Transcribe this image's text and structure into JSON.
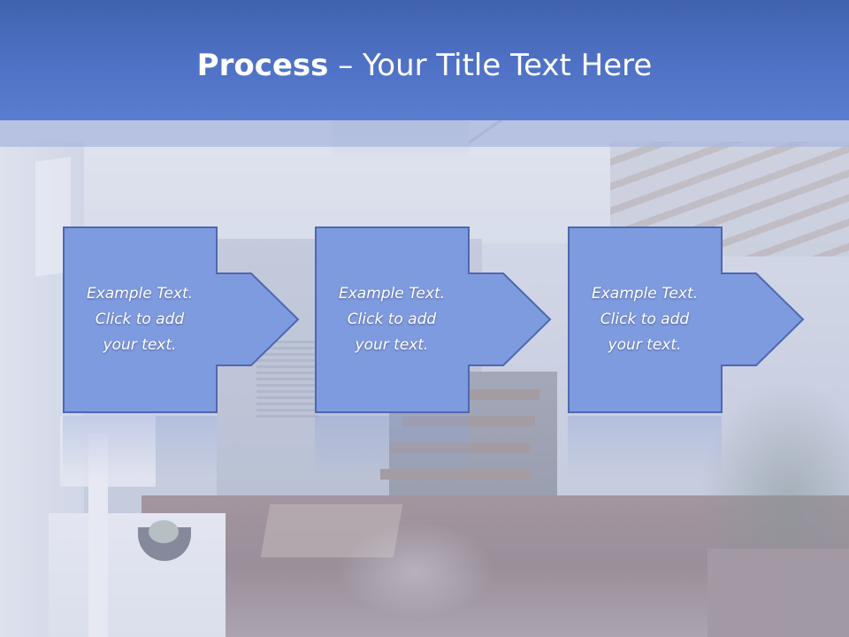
{
  "header": {
    "title_strong": "Process",
    "title_separator": "–",
    "title_rest": "Your Title Text Here"
  },
  "process": {
    "steps": [
      {
        "line1": "Example Text.",
        "line2": "Click  to add",
        "line3": "your text."
      },
      {
        "line1": "Example Text.",
        "line2": "Click  to add",
        "line3": "your text."
      },
      {
        "line1": "Example Text.",
        "line2": "Click  to add",
        "line3": "your text."
      }
    ]
  },
  "colors": {
    "header_dark": "#4062ad",
    "header_light": "#5a7dd0",
    "box_fill": "#7f9be0",
    "box_stroke": "#4f67b0"
  }
}
